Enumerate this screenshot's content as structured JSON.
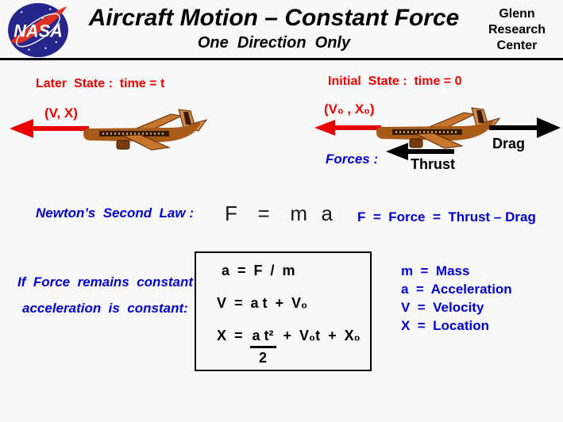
{
  "header": {
    "title": "Aircraft Motion – Constant Force",
    "subtitle": "One  Direction  Only",
    "org_line1": "Glenn",
    "org_line2": "Research",
    "org_line3": "Center",
    "logo_name": "NASA"
  },
  "colors": {
    "red": "#e80000",
    "blue": "#0000cc",
    "black": "#000000",
    "background": "#f8f8f8"
  },
  "later_state": {
    "heading": "Later  State :  time = t",
    "vector_label": "(V, X)"
  },
  "initial_state": {
    "heading": "Initial  State :  time = 0",
    "vector_label": "(V₀ , X₀)",
    "forces_label": "Forces :",
    "thrust_label": "Thrust",
    "drag_label": "Drag"
  },
  "newton": {
    "label": "Newton’s  Second  Law :",
    "equation": "F   =   m  a",
    "force_equation": "F  =  Force  =  Thrust – Drag"
  },
  "constant_force": {
    "line1": "If  Force  remains  constant",
    "line2": "acceleration  is  constant:"
  },
  "equations_box": {
    "eq_acceleration": "a  =  F  /  m",
    "eq_velocity": "V  =  a t  +  V₀",
    "eq_location_prefix": "X  =",
    "eq_location_numerator": "a t²",
    "eq_location_denominator": "2",
    "eq_location_suffix": "+  V₀t  +  X₀"
  },
  "definitions": [
    "m  =  Mass",
    "a  =  Acceleration",
    "V  =  Velocity",
    "X  =  Location"
  ]
}
